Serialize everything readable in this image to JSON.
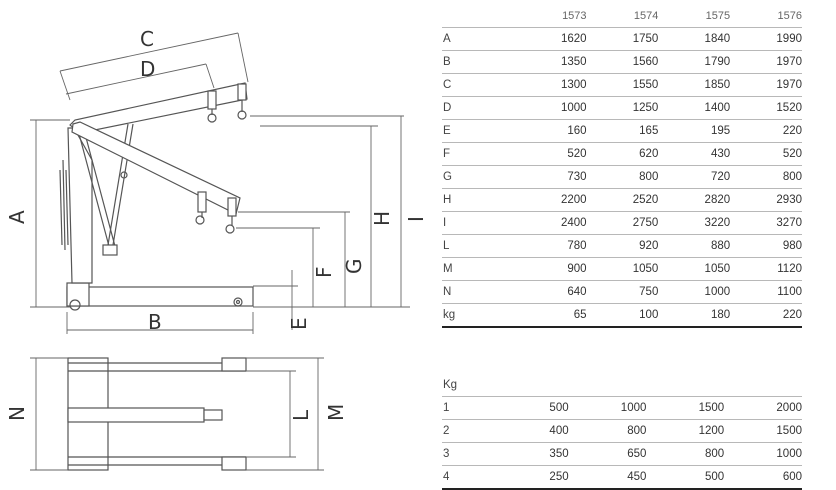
{
  "drawing": {
    "dim_labels": {
      "A": "A",
      "B": "B",
      "C": "C",
      "D": "D",
      "E": "E",
      "F": "F",
      "G": "G",
      "H": "H",
      "I": "I",
      "L": "L",
      "M": "M",
      "N": "N"
    },
    "hook_position_numbers": [
      "1",
      "2",
      "3",
      "4"
    ]
  },
  "spec_table": {
    "models": [
      "1573",
      "1574",
      "1575",
      "1576"
    ],
    "rows": [
      {
        "label": "A",
        "values": [
          "1620",
          "1750",
          "1840",
          "1990"
        ]
      },
      {
        "label": "B",
        "values": [
          "1350",
          "1560",
          "1790",
          "1970"
        ]
      },
      {
        "label": "C",
        "values": [
          "1300",
          "1550",
          "1850",
          "1970"
        ]
      },
      {
        "label": "D",
        "values": [
          "1000",
          "1250",
          "1400",
          "1520"
        ]
      },
      {
        "label": "E",
        "values": [
          "160",
          "165",
          "195",
          "220"
        ]
      },
      {
        "label": "F",
        "values": [
          "520",
          "620",
          "430",
          "520"
        ]
      },
      {
        "label": "G",
        "values": [
          "730",
          "800",
          "720",
          "800"
        ]
      },
      {
        "label": "H",
        "values": [
          "2200",
          "2520",
          "2820",
          "2930"
        ]
      },
      {
        "label": "I",
        "values": [
          "2400",
          "2750",
          "3220",
          "3270"
        ]
      },
      {
        "label": "L",
        "values": [
          "780",
          "920",
          "880",
          "980"
        ]
      },
      {
        "label": "M",
        "values": [
          "900",
          "1050",
          "1050",
          "1120"
        ]
      },
      {
        "label": "N",
        "values": [
          "640",
          "750",
          "1000",
          "1100"
        ]
      },
      {
        "label": "kg",
        "values": [
          "65",
          "100",
          "180",
          "220"
        ]
      }
    ]
  },
  "load_table": {
    "unit": "Kg",
    "rows": [
      {
        "label": "1",
        "values": [
          "500",
          "1000",
          "1500",
          "2000"
        ]
      },
      {
        "label": "2",
        "values": [
          "400",
          "800",
          "1200",
          "1500"
        ]
      },
      {
        "label": "3",
        "values": [
          "350",
          "650",
          "800",
          "1000"
        ]
      },
      {
        "label": "4",
        "values": [
          "250",
          "450",
          "500",
          "600"
        ]
      }
    ]
  }
}
